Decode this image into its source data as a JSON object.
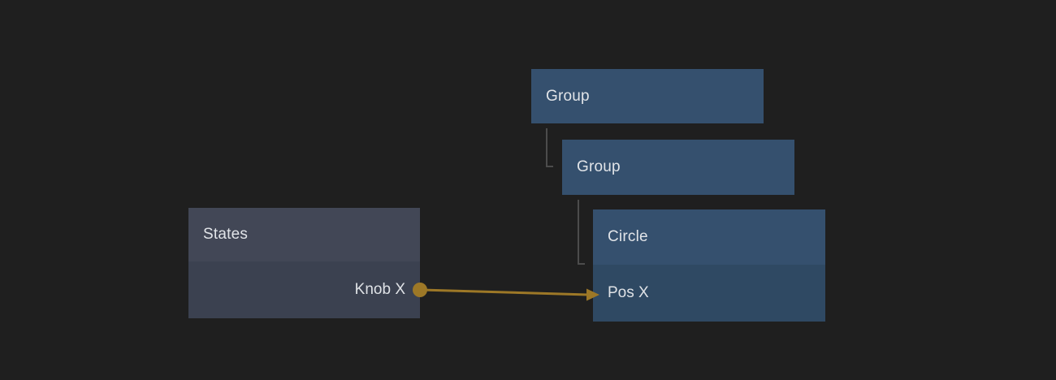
{
  "canvas": {
    "background_color": "#1f1f1f",
    "description": "node graph editor"
  },
  "nodes": [
    {
      "id": "group-1",
      "title": "Group",
      "type": "group",
      "color": "#35506e"
    },
    {
      "id": "group-2",
      "title": "Group",
      "type": "group",
      "color": "#35506e",
      "parent": "group-1"
    },
    {
      "id": "circle",
      "title": "Circle",
      "type": "shape",
      "color": "#35506e",
      "parent": "group-2",
      "attributes": [
        {
          "label": "Pos X",
          "role": "input",
          "row_color": "#2f4963"
        }
      ]
    },
    {
      "id": "states",
      "title": "States",
      "type": "behaviour",
      "color": "#424756",
      "attributes": [
        {
          "label": "Knob X",
          "role": "output",
          "row_color": "#3b4150"
        }
      ]
    }
  ],
  "connection": {
    "from_node": "States",
    "from_attribute": "Knob X",
    "to_node": "Circle",
    "to_attribute": "Pos X",
    "color": "#9d7827"
  },
  "hierarchy": {
    "connector_color": "#4c4c4c",
    "links": [
      {
        "parent": "Group",
        "child": "Group"
      },
      {
        "parent": "Group",
        "child": "Circle"
      }
    ]
  },
  "text_color": "#e1e4e8"
}
